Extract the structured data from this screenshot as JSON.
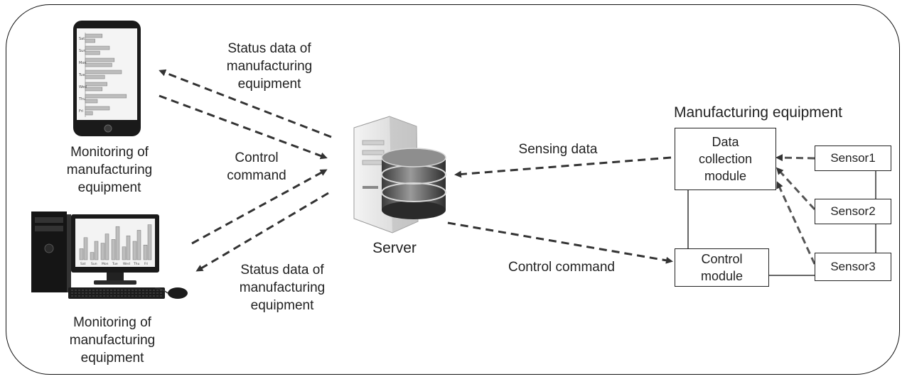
{
  "labels": {
    "top_status": "Status data of\nmanufacturing\nequipment",
    "control_left": "Control\ncommand",
    "bottom_status": "Status data of\nmanufacturing\nequipment",
    "monitor_top": "Monitoring of\nmanufacturing\nequipment",
    "monitor_bottom": "Monitoring of\nmanufacturing\nequipment",
    "server": "Server",
    "sensing": "Sensing data",
    "control_right": "Control command",
    "equipment_title": "Manufacturing equipment"
  },
  "boxes": {
    "data_collection": "Data\ncollection\nmodule",
    "control_module": "Control\nmodule",
    "sensor1": "Sensor1",
    "sensor2": "Sensor2",
    "sensor3": "Sensor3"
  },
  "phone_chart": {
    "days": [
      "Sat",
      "Sun",
      "Mon",
      "Tue",
      "Wed",
      "Thu",
      "Fri"
    ],
    "bars": [
      [
        0.35,
        0.2
      ],
      [
        0.5,
        0.3
      ],
      [
        0.6,
        0.55
      ],
      [
        0.75,
        0.4
      ],
      [
        0.45,
        0.35
      ],
      [
        0.85,
        0.25
      ],
      [
        0.5,
        0.15
      ]
    ]
  },
  "pc_chart": {
    "days": [
      "Sat",
      "Sun",
      "Mon",
      "Tue",
      "Wed",
      "Thu",
      "Fri"
    ],
    "bars": [
      [
        0.3,
        0.6
      ],
      [
        0.2,
        0.5
      ],
      [
        0.45,
        0.7
      ],
      [
        0.55,
        0.9
      ],
      [
        0.35,
        0.65
      ],
      [
        0.5,
        0.8
      ],
      [
        0.4,
        0.95
      ]
    ]
  },
  "colors": {
    "arrow": "#333333",
    "device_dark": "#1a1a1a",
    "bar_fill": "#bdbdbd"
  }
}
